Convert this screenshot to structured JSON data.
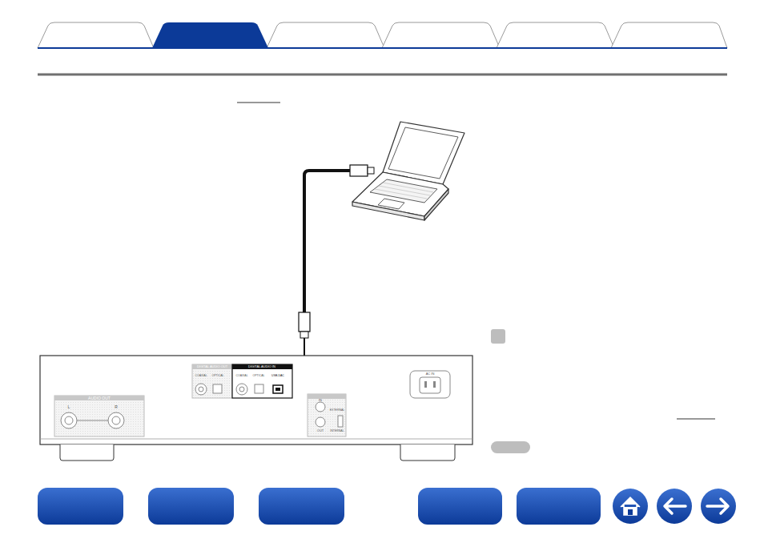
{
  "diagram": {
    "labels": [
      "AUDIO OUT",
      "L",
      "R",
      "DIGITAL AUDIO OUT",
      "COAXIAL",
      "OPTICAL",
      "DIGITAL AUDIO IN",
      "COAXIAL",
      "OPTICAL",
      "USB-DAC",
      "AC IN",
      "IN",
      "OUT",
      "EXTERNAL",
      "INTERNAL"
    ]
  }
}
